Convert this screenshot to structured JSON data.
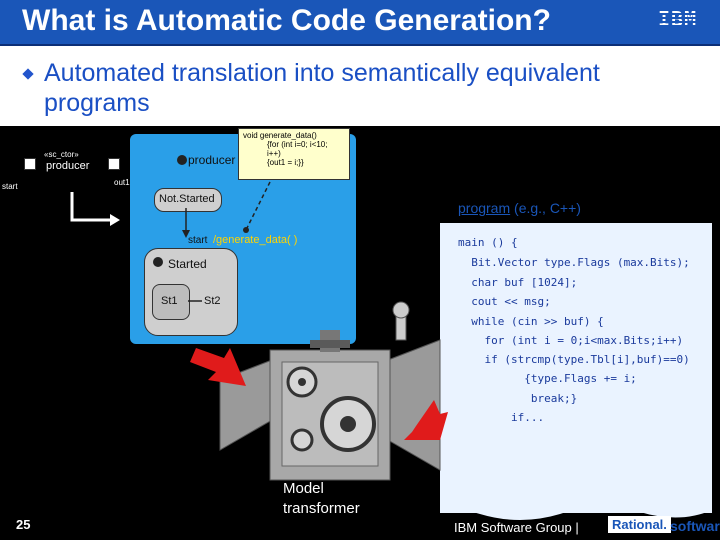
{
  "slide": {
    "title": "What is Automatic Code Generation?",
    "logo": "IBM",
    "bullet": "Automated translation into semantically equivalent programs",
    "page_number": "25"
  },
  "diagram": {
    "capsule_stereotype": "«sc_ctor»",
    "capsule_name": "producer",
    "start_label": "start",
    "out_label": "out1",
    "producer_label": "producer",
    "note_lines": [
      "void generate_data()",
      "{for (int i=0; i<10;",
      "i++)",
      "{out1 = i;}}"
    ],
    "state_not_started": "Not.Started",
    "transition_label_start": "start",
    "transition_label_action": "/generate_data( )",
    "state_started": "Started",
    "substate_1": "St1",
    "substate_2": "St2"
  },
  "program": {
    "heading": "program",
    "heading_suffix": " (e.g., C++)",
    "lines": [
      "main () {",
      "  Bit.Vector type.Flags (max.Bits);",
      "  char buf [1024];",
      "  cout << msg;",
      "  while (cin >> buf) {",
      "    for (int i = 0;i<max.Bits;i++)",
      "    if (strcmp(type.Tbl[i],buf)==0)",
      "          {type.Flags += i;",
      "           break;}",
      "        if..."
    ]
  },
  "transformer": {
    "label_line1": "Model",
    "label_line2": "transformer"
  },
  "footer": {
    "group": "IBM Software Group |",
    "rational": "Rational.",
    "software": "software"
  },
  "colors": {
    "title_bg": "#1a56b8",
    "bullet_text": "#1a4fc4",
    "panel": "#2a9fe8",
    "arrow": "#e01b1b",
    "note": "#ffffcc"
  }
}
